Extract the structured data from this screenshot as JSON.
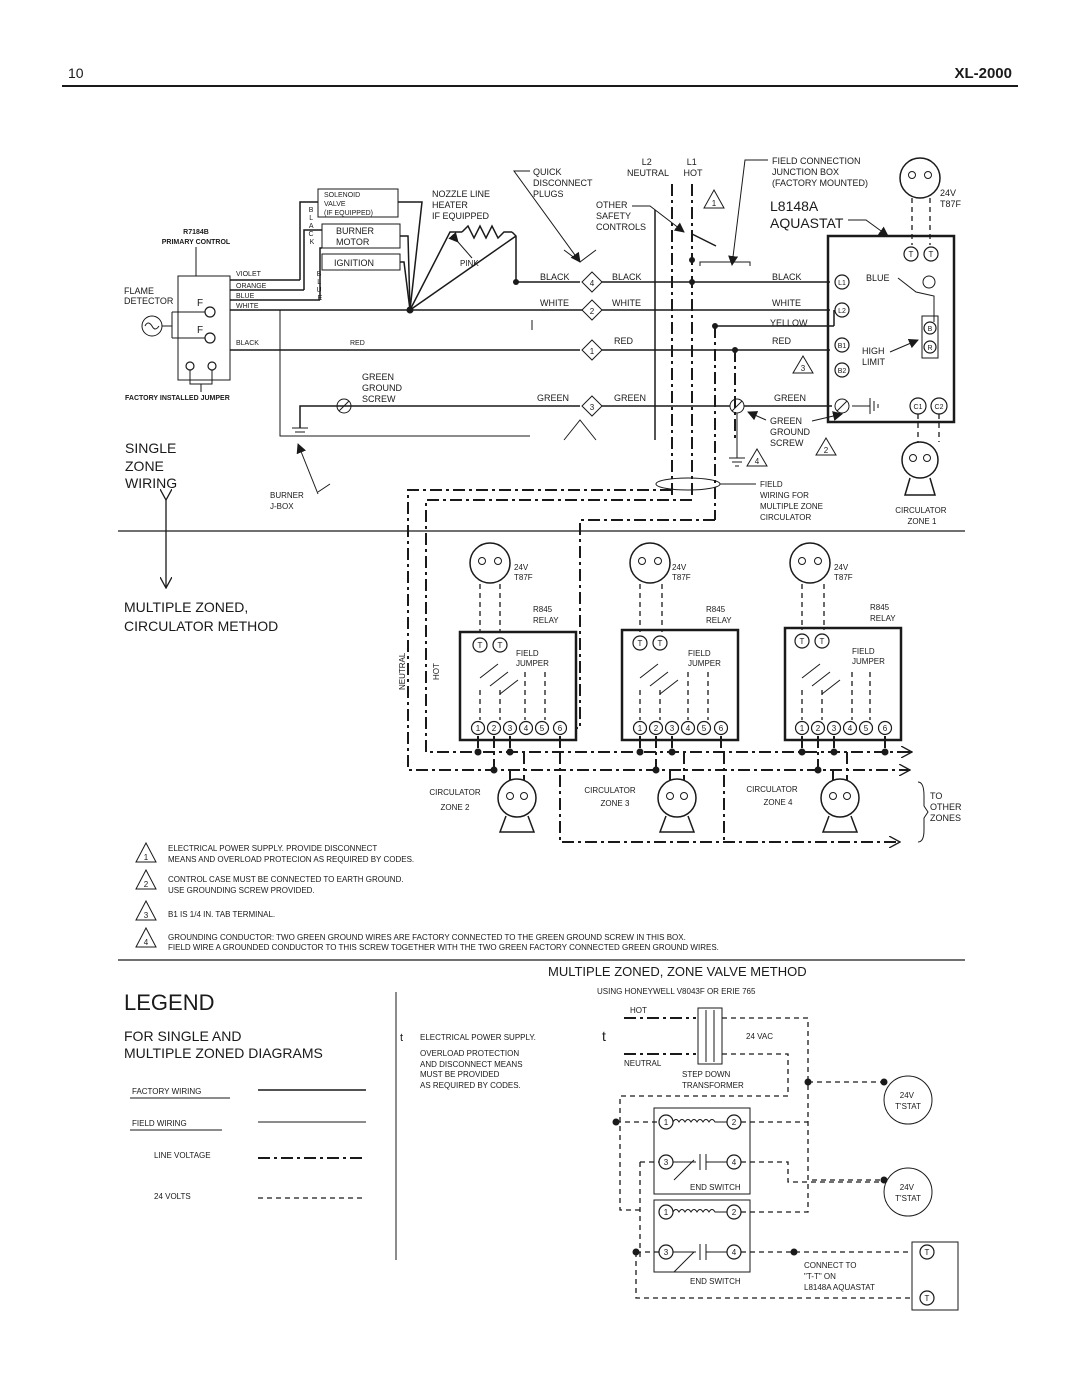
{
  "header": {
    "page_number": "10",
    "model": "XL-2000"
  },
  "single_zone": {
    "title_lines": [
      "SINGLE",
      "ZONE",
      "WIRING"
    ],
    "primary_control": {
      "model": "R7184B",
      "name": "PRIMARY CONTROL"
    },
    "flame_detector": [
      "FLAME",
      "DETECTOR"
    ],
    "f_label": "F",
    "wire_labels": {
      "violet": "VIOLET",
      "orange": "ORANGE",
      "blue": "BLUE",
      "white": "WHITE",
      "black": "BLACK",
      "red": "RED",
      "black_vertical": [
        "B",
        "L",
        "A",
        "C",
        "K"
      ],
      "blue_vertical": [
        "B",
        "L",
        "U",
        "E"
      ]
    },
    "components": {
      "solenoid": [
        "SOLENOID",
        "VALVE",
        "(IF EQUIPPED)"
      ],
      "burner_motor": [
        "BURNER",
        "MOTOR"
      ],
      "ignition": "IGNITION"
    },
    "nozzle_heater": [
      "NOZZLE LINE",
      "HEATER",
      "IF EQUIPPED"
    ],
    "pink": "PINK",
    "quick_disconnect": [
      "QUICK",
      "DISCONNECT",
      "PLUGS"
    ],
    "l2": [
      "L2",
      "NEUTRAL"
    ],
    "l1": [
      "L1",
      "HOT"
    ],
    "other_safety": [
      "OTHER",
      "SAFETY",
      "CONTROLS"
    ],
    "junction_box": [
      "FIELD CONNECTION",
      "JUNCTION BOX",
      "(FACTORY MOUNTED)"
    ],
    "t87f_label": [
      "24V",
      "T87F"
    ],
    "aquastat": [
      "L8148A",
      "AQUASTAT"
    ],
    "aquastat_terminals": [
      "T",
      "T",
      "L1",
      "L2",
      "B1",
      "B2",
      "C1",
      "C2",
      "B",
      "R"
    ],
    "blue": "BLUE",
    "high_limit": [
      "HIGH",
      "LIMIT"
    ],
    "plug_numbers": [
      "4",
      "2",
      "1",
      "3"
    ],
    "left_wires": [
      "BLACK",
      "WHITE",
      "GREEN"
    ],
    "mid_wires": [
      "BLACK",
      "WHITE",
      "RED",
      "GREEN"
    ],
    "right_wires": [
      "BLACK",
      "WHITE",
      "YELLOW",
      "RED",
      "GREEN"
    ],
    "green_ground_screw": [
      "GREEN",
      "GROUND",
      "SCREW"
    ],
    "green_ground_screw2": [
      "GREEN",
      "GROUND",
      "SCREW"
    ],
    "factory_jumper": "FACTORY INSTALLED JUMPER",
    "burner_jbox": [
      "BURNER",
      "J-BOX"
    ],
    "field_wiring_note": [
      "FIELD",
      "WIRING FOR",
      "MULTIPLE ZONE",
      "CIRCULATOR"
    ],
    "circulator_zone1": [
      "CIRCULATOR",
      "ZONE 1"
    ],
    "note_numbers": [
      "1",
      "2",
      "3",
      "4"
    ]
  },
  "circulator_method": {
    "title_lines": [
      "MULTIPLE ZONED,",
      "CIRCULATOR METHOD"
    ],
    "neutral": "NEUTRAL",
    "hot": "HOT",
    "relays": [
      {
        "thermostat": [
          "24V",
          "T87F"
        ],
        "relay": [
          "R845",
          "RELAY"
        ],
        "jumper": [
          "FIELD",
          "JUMPER"
        ],
        "terminals": [
          "1",
          "2",
          "3",
          "4",
          "5",
          "6"
        ],
        "tt": [
          "T",
          "T"
        ]
      },
      {
        "thermostat": [
          "24V",
          "T87F"
        ],
        "relay": [
          "R845",
          "RELAY"
        ],
        "jumper": [
          "FIELD",
          "JUMPER"
        ],
        "terminals": [
          "1",
          "2",
          "3",
          "4",
          "5",
          "6"
        ],
        "tt": [
          "T",
          "T"
        ]
      },
      {
        "thermostat": [
          "24V",
          "T87F"
        ],
        "relay": [
          "R845",
          "RELAY"
        ],
        "jumper": [
          "FIELD",
          "JUMPER"
        ],
        "terminals": [
          "1",
          "2",
          "3",
          "4",
          "5",
          "6"
        ],
        "tt": [
          "T",
          "T"
        ]
      }
    ],
    "circulators": [
      [
        "CIRCULATOR",
        "ZONE 2"
      ],
      [
        "CIRCULATOR",
        "ZONE 3"
      ],
      [
        "CIRCULATOR",
        "ZONE 4"
      ]
    ],
    "other_zones": [
      "TO",
      "OTHER",
      "ZONES"
    ]
  },
  "notes": [
    {
      "num": "1",
      "lines": [
        "ELECTRICAL POWER SUPPLY. PROVIDE DISCONNECT",
        "MEANS AND OVERLOAD PROTECION AS REQUIRED BY CODES."
      ]
    },
    {
      "num": "2",
      "lines": [
        "CONTROL CASE MUST BE CONNECTED TO EARTH GROUND.",
        "USE GROUNDING SCREW PROVIDED."
      ]
    },
    {
      "num": "3",
      "lines": [
        "B1 IS 1/4 IN. TAB TERMINAL."
      ]
    },
    {
      "num": "4",
      "lines": [
        "GROUNDING CONDUCTOR:  TWO GREEN GROUND WIRES ARE FACTORY CONNECTED TO THE GREEN GROUND SCREW IN THIS BOX.",
        "FIELD WIRE A GROUNDED CONDUCTOR TO THIS SCREW TOGETHER WITH THE TWO GREEN FACTORY CONNECTED GREEN GROUND WIRES."
      ]
    }
  ],
  "legend": {
    "title": "LEGEND",
    "subtitle": [
      "FOR SINGLE AND",
      "MULTIPLE ZONED DIAGRAMS"
    ],
    "items": [
      "FACTORY WIRING",
      "FIELD WIRING",
      "LINE VOLTAGE",
      "24 VOLTS"
    ],
    "power_symbol": "t",
    "power_note": [
      "ELECTRICAL POWER SUPPLY.",
      "OVERLOAD PROTECTION",
      "AND DISCONNECT MEANS",
      "MUST BE PROVIDED",
      "AS REQUIRED BY CODES."
    ]
  },
  "zone_valve": {
    "title": "MULTIPLE ZONED, ZONE VALVE METHOD",
    "subtitle": "USING HONEYWELL V8043F OR ERIE 765",
    "power_symbol": "t",
    "hot": "HOT",
    "neutral": "NEUTRAL",
    "vac": "24 VAC",
    "transformer": [
      "STEP DOWN",
      "TRANSFORMER"
    ],
    "tstat": [
      "24V",
      "T'STAT"
    ],
    "tstat2": [
      "24V",
      "T'STAT"
    ],
    "end_switch": "END SWITCH",
    "end_switch2": "END SWITCH",
    "valve_terminals": [
      "1",
      "2",
      "3",
      "4"
    ],
    "connect_to": [
      "CONNECT TO",
      "\"T-T\" ON",
      "L8148A AQUASTAT"
    ],
    "t_terminals": [
      "T",
      "T"
    ]
  }
}
